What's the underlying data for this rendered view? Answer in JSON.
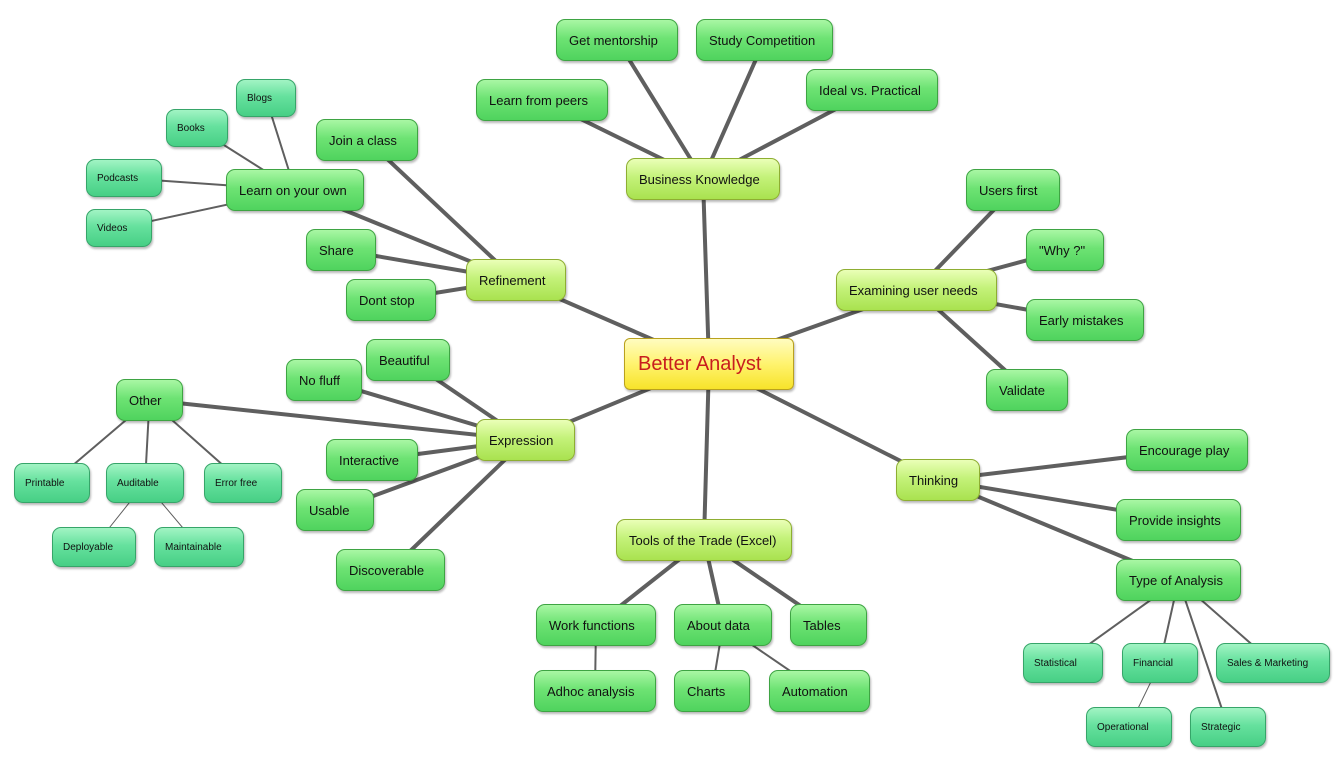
{
  "nodes": [
    {
      "id": "root",
      "label": "Better Analyst",
      "level": 0
    },
    {
      "id": "business-knowledge",
      "label": "Business Knowledge",
      "level": 1
    },
    {
      "id": "get-mentorship",
      "label": "Get mentorship",
      "level": 2
    },
    {
      "id": "study-competition",
      "label": "Study Competition",
      "level": 2
    },
    {
      "id": "learn-from-peers",
      "label": "Learn from peers",
      "level": 2
    },
    {
      "id": "ideal-vs-practical",
      "label": "Ideal vs. Practical",
      "level": 2
    },
    {
      "id": "refinement",
      "label": "Refinement",
      "level": 1
    },
    {
      "id": "join-a-class",
      "label": "Join a class",
      "level": 2
    },
    {
      "id": "learn-on-your-own",
      "label": "Learn on your own",
      "level": 2
    },
    {
      "id": "blogs",
      "label": "Blogs",
      "level": 3
    },
    {
      "id": "books",
      "label": "Books",
      "level": 3
    },
    {
      "id": "podcasts",
      "label": "Podcasts",
      "level": 3
    },
    {
      "id": "videos",
      "label": "Videos",
      "level": 3
    },
    {
      "id": "share",
      "label": "Share",
      "level": 2
    },
    {
      "id": "dont-stop",
      "label": "Dont stop",
      "level": 2
    },
    {
      "id": "examining-user-needs",
      "label": "Examining user needs",
      "level": 1
    },
    {
      "id": "users-first",
      "label": "Users first",
      "level": 2
    },
    {
      "id": "why",
      "label": "\"Why ?\"",
      "level": 2
    },
    {
      "id": "early-mistakes",
      "label": "Early mistakes",
      "level": 2
    },
    {
      "id": "validate",
      "label": "Validate",
      "level": 2
    },
    {
      "id": "expression",
      "label": "Expression",
      "level": 1
    },
    {
      "id": "beautiful",
      "label": "Beautiful",
      "level": 2
    },
    {
      "id": "no-fluff",
      "label": "No fluff",
      "level": 2
    },
    {
      "id": "other",
      "label": "Other",
      "level": 2
    },
    {
      "id": "printable",
      "label": "Printable",
      "level": 3
    },
    {
      "id": "auditable",
      "label": "Auditable",
      "level": 3
    },
    {
      "id": "error-free",
      "label": "Error free",
      "level": 3
    },
    {
      "id": "deployable",
      "label": "Deployable",
      "level": 3
    },
    {
      "id": "maintainable",
      "label": "Maintainable",
      "level": 3
    },
    {
      "id": "interactive",
      "label": "Interactive",
      "level": 2
    },
    {
      "id": "usable",
      "label": "Usable",
      "level": 2
    },
    {
      "id": "discoverable",
      "label": "Discoverable",
      "level": 2
    },
    {
      "id": "thinking",
      "label": "Thinking",
      "level": 1
    },
    {
      "id": "encourage-play",
      "label": "Encourage play",
      "level": 2
    },
    {
      "id": "provide-insights",
      "label": "Provide insights",
      "level": 2
    },
    {
      "id": "type-of-analysis",
      "label": "Type of Analysis",
      "level": 2
    },
    {
      "id": "statistical",
      "label": "Statistical",
      "level": 3
    },
    {
      "id": "financial",
      "label": "Financial",
      "level": 3
    },
    {
      "id": "sales-marketing",
      "label": "Sales & Marketing",
      "level": 3
    },
    {
      "id": "operational",
      "label": "Operational",
      "level": 3
    },
    {
      "id": "strategic",
      "label": "Strategic",
      "level": 3
    },
    {
      "id": "tools-of-the-trade",
      "label": "Tools of the Trade (Excel)",
      "level": 1
    },
    {
      "id": "work-functions",
      "label": "Work functions",
      "level": 2
    },
    {
      "id": "about-data",
      "label": "About data",
      "level": 2
    },
    {
      "id": "tables",
      "label": "Tables",
      "level": 2
    },
    {
      "id": "adhoc-analysis",
      "label": "Adhoc analysis",
      "level": 2
    },
    {
      "id": "charts",
      "label": "Charts",
      "level": 2
    },
    {
      "id": "automation",
      "label": "Automation",
      "level": 2
    }
  ],
  "edges": [
    [
      "root",
      "business-knowledge"
    ],
    [
      "root",
      "refinement"
    ],
    [
      "root",
      "examining-user-needs"
    ],
    [
      "root",
      "expression"
    ],
    [
      "root",
      "thinking"
    ],
    [
      "root",
      "tools-of-the-trade"
    ],
    [
      "business-knowledge",
      "get-mentorship"
    ],
    [
      "business-knowledge",
      "study-competition"
    ],
    [
      "business-knowledge",
      "learn-from-peers"
    ],
    [
      "business-knowledge",
      "ideal-vs-practical"
    ],
    [
      "refinement",
      "join-a-class"
    ],
    [
      "refinement",
      "learn-on-your-own"
    ],
    [
      "refinement",
      "share"
    ],
    [
      "refinement",
      "dont-stop"
    ],
    [
      "learn-on-your-own",
      "blogs"
    ],
    [
      "learn-on-your-own",
      "books"
    ],
    [
      "learn-on-your-own",
      "podcasts"
    ],
    [
      "learn-on-your-own",
      "videos"
    ],
    [
      "examining-user-needs",
      "users-first"
    ],
    [
      "examining-user-needs",
      "why"
    ],
    [
      "examining-user-needs",
      "early-mistakes"
    ],
    [
      "examining-user-needs",
      "validate"
    ],
    [
      "expression",
      "beautiful"
    ],
    [
      "expression",
      "no-fluff"
    ],
    [
      "expression",
      "other"
    ],
    [
      "expression",
      "interactive"
    ],
    [
      "expression",
      "usable"
    ],
    [
      "expression",
      "discoverable"
    ],
    [
      "other",
      "printable"
    ],
    [
      "other",
      "auditable"
    ],
    [
      "other",
      "error-free"
    ],
    [
      "auditable",
      "deployable"
    ],
    [
      "auditable",
      "maintainable"
    ],
    [
      "thinking",
      "encourage-play"
    ],
    [
      "thinking",
      "provide-insights"
    ],
    [
      "thinking",
      "type-of-analysis"
    ],
    [
      "type-of-analysis",
      "statistical"
    ],
    [
      "type-of-analysis",
      "financial"
    ],
    [
      "type-of-analysis",
      "sales-marketing"
    ],
    [
      "type-of-analysis",
      "strategic"
    ],
    [
      "financial",
      "operational"
    ],
    [
      "tools-of-the-trade",
      "work-functions"
    ],
    [
      "tools-of-the-trade",
      "about-data"
    ],
    [
      "tools-of-the-trade",
      "tables"
    ],
    [
      "work-functions",
      "adhoc-analysis"
    ],
    [
      "about-data",
      "charts"
    ],
    [
      "about-data",
      "automation"
    ]
  ],
  "colors": {
    "root_text": "#c81e1e",
    "edge": "#5f5f5f"
  }
}
